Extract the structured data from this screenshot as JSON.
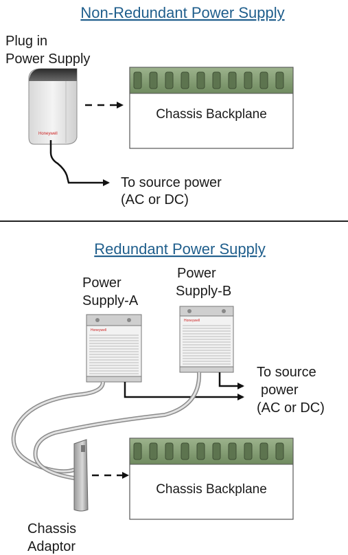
{
  "top_section": {
    "heading": "Non-Redundant Power Supply",
    "plug_label_line1": "Plug in",
    "plug_label_line2": "Power Supply",
    "chassis_label": "Chassis Backplane",
    "source_line1": "To source power",
    "source_line2": "(AC or DC)",
    "brand_text": "Honeywell"
  },
  "bottom_section": {
    "heading": "Redundant Power Supply",
    "psa_line1": "Power",
    "psa_line2": "Supply-A",
    "psb_line1": "Power",
    "psb_line2": "Supply-B",
    "source_line1": "To source",
    "source_line2": "power",
    "source_line3": "(AC or DC)",
    "chassis_label": "Chassis Backplane",
    "adaptor_line1": "Chassis",
    "adaptor_line2": "Adaptor",
    "brand_text": "Honeywell"
  },
  "colors": {
    "heading": "#1f5e8c",
    "slot_strip": "#7f9a6e",
    "brand": "#cc2222"
  }
}
